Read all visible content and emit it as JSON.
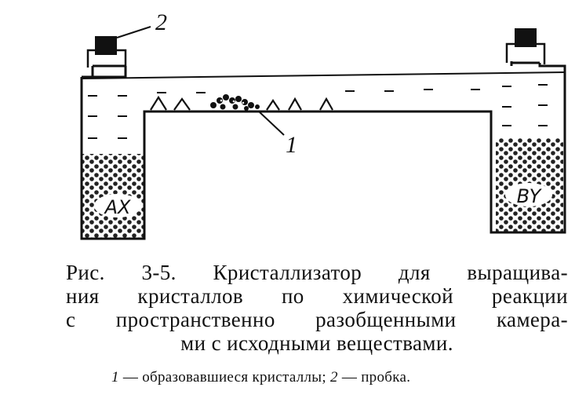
{
  "figure": {
    "label_stopper": "2",
    "label_crystals": "1",
    "reagent_left": "AX",
    "reagent_right": "BY"
  },
  "caption": {
    "lines": [
      "Рис. 3-5. Кристаллизатор для выращива-",
      "ния кристаллов по химической реакции",
      "с пространственно разобщенными камера-",
      "ми с исходными веществами."
    ]
  },
  "legend": {
    "item1_num": "1",
    "item1_text": " — образовавшиеся кристаллы; ",
    "item2_num": "2",
    "item2_text": " — пробка."
  }
}
